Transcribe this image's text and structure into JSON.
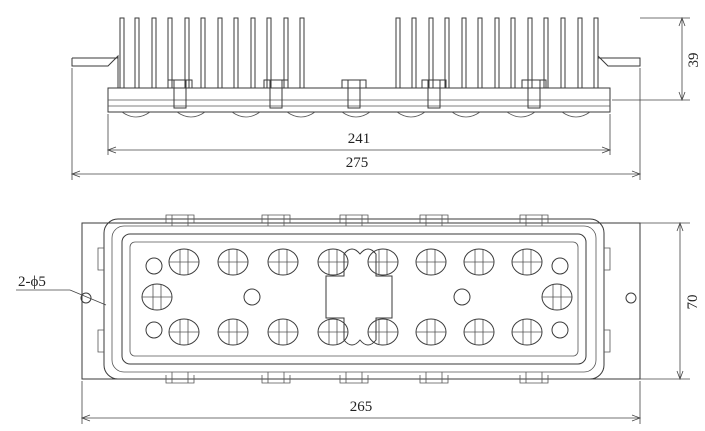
{
  "drawing": {
    "side_view": {
      "dim_inner_width": "241",
      "dim_total_width": "275",
      "dim_height": "39"
    },
    "top_view": {
      "dim_base_width": "265",
      "dim_base_height": "70",
      "hole_callout": "2-ϕ5"
    }
  },
  "colors": {
    "line": "#3a3a3a",
    "background": "#ffffff"
  }
}
